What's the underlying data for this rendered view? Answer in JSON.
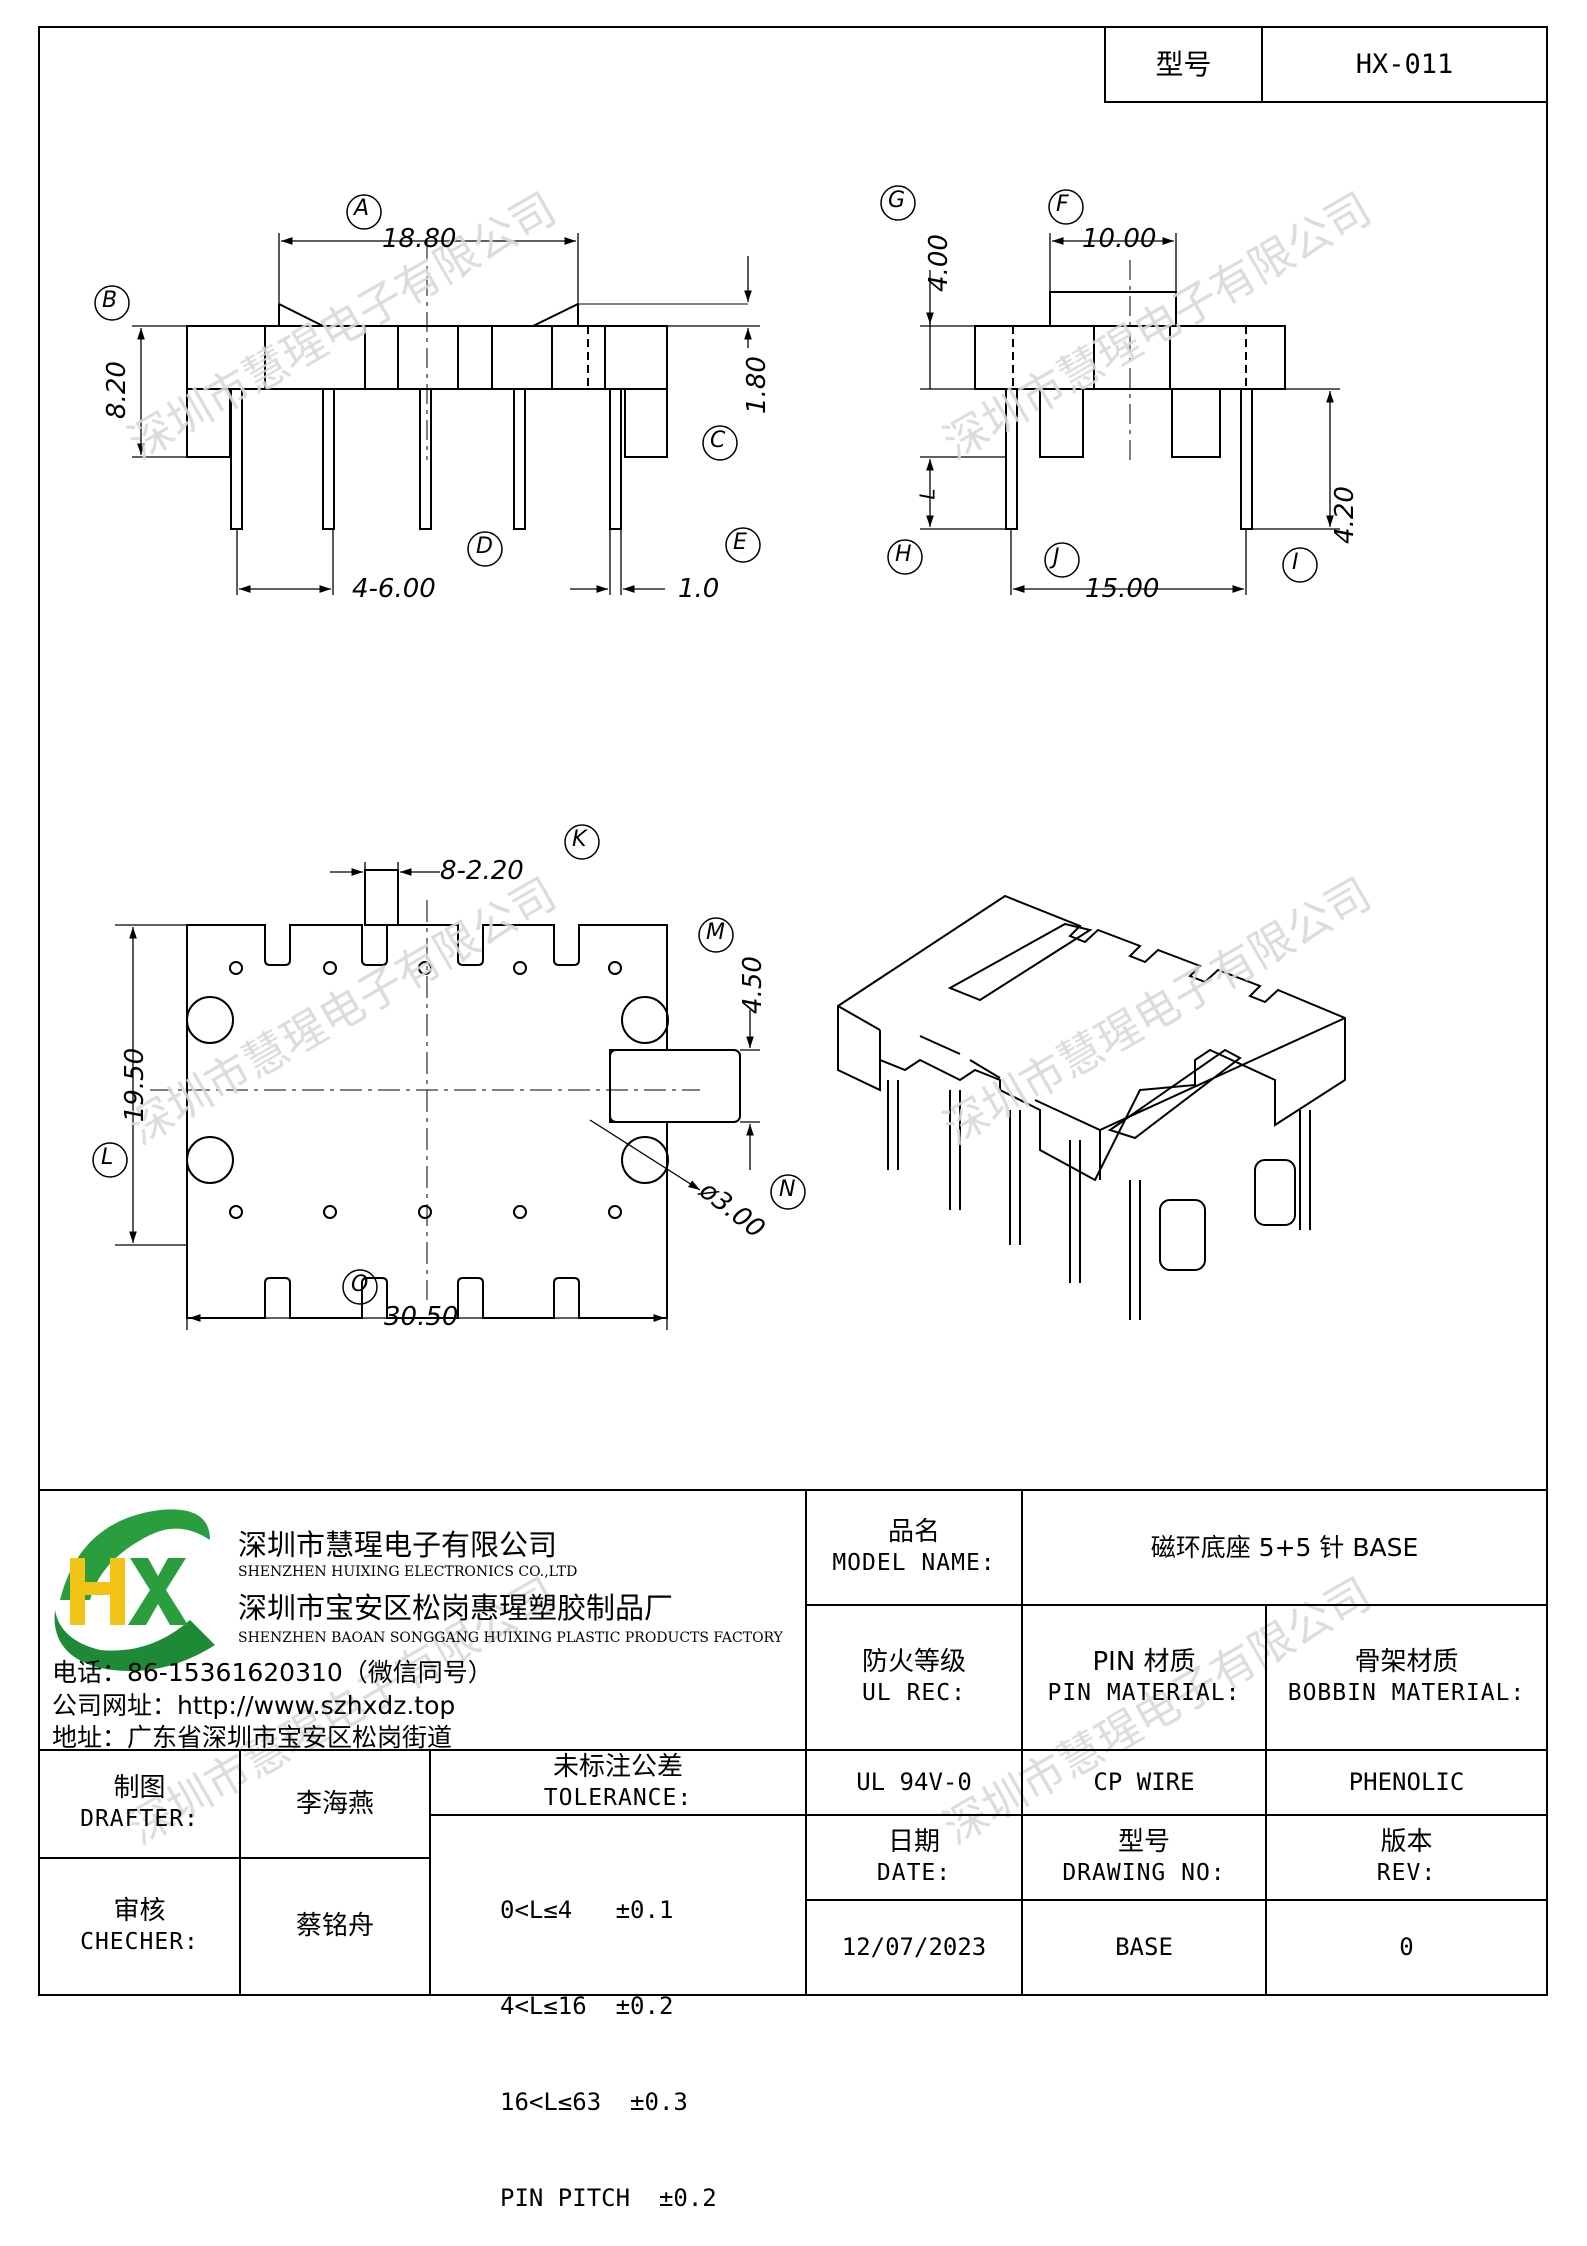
{
  "header": {
    "model_label": "型号",
    "model_value": "HX-011"
  },
  "watermark": "深圳市慧瑆电子有限公司",
  "dimensions": {
    "A": "A",
    "a_value": "18.80",
    "B": "B",
    "b_value": "8.20",
    "C": "C",
    "c_value": "1.80",
    "D": "D",
    "d_value": "4-6.00",
    "E": "E",
    "e_value": "1.0",
    "F": "F",
    "f_value": "10.00",
    "G": "G",
    "g_value": "4.00",
    "H": "H",
    "h_value": "L",
    "I": "I",
    "i_value": "4.20",
    "J": "J",
    "j_value": "15.00",
    "K": "K",
    "k_value": "8-2.20",
    "L": "L",
    "l_value": "19.50",
    "M": "M",
    "m_value": "4.50",
    "N": "N",
    "n_value": "ø3.00",
    "O": "O",
    "o_value": "30.50"
  },
  "company": {
    "logo_text": "HX",
    "name_cn": "深圳市慧瑆电子有限公司",
    "name_en": "SHENZHEN HUIXING ELECTRONICS CO.,LTD",
    "factory_cn": "深圳市宝安区松岗惠瑆塑胶制品厂",
    "factory_en": "SHENZHEN BAOAN SONGGANG HUIXING PLASTIC PRODUCTS FACTORY",
    "phone": "电话：86-15361620310（微信同号）",
    "website": "公司网址：http://www.szhxdz.top",
    "address": "地址：广东省深圳市宝安区松岗街道"
  },
  "titleblock": {
    "model_name_cn": "品名",
    "model_name_en": "MODEL NAME:",
    "model_name_value": "磁环底座 5+5 针 BASE",
    "ul_cn": "防火等级",
    "ul_en": "UL REC:",
    "pin_cn": "PIN 材质",
    "pin_en": "PIN MATERIAL:",
    "bobbin_cn": "骨架材质",
    "bobbin_en": "BOBBIN MATERIAL:",
    "ul_value": "UL 94V-0",
    "pin_value": "CP WIRE",
    "bobbin_value": "PHENOLIC",
    "drafter_cn": "制图",
    "drafter_en": "DRAFTER:",
    "drafter_value": "李海燕",
    "checker_cn": "审核",
    "checker_en": "CHECHER:",
    "checker_value": "蔡铭舟",
    "tolerance_cn": "未标注公差",
    "tolerance_en": "TOLERANCE:",
    "tolerance_lines": [
      "0<L≤4   ±0.1",
      "4<L≤16  ±0.2",
      "16<L≤63  ±0.3",
      "PIN PITCH  ±0.2"
    ],
    "date_cn": "日期",
    "date_en": "DATE:",
    "date_value": "12/07/2023",
    "drawing_cn": "型号",
    "drawing_en": "DRAWING NO:",
    "drawing_value": "BASE",
    "rev_cn": "版本",
    "rev_en": "REV:",
    "rev_value": "0"
  }
}
